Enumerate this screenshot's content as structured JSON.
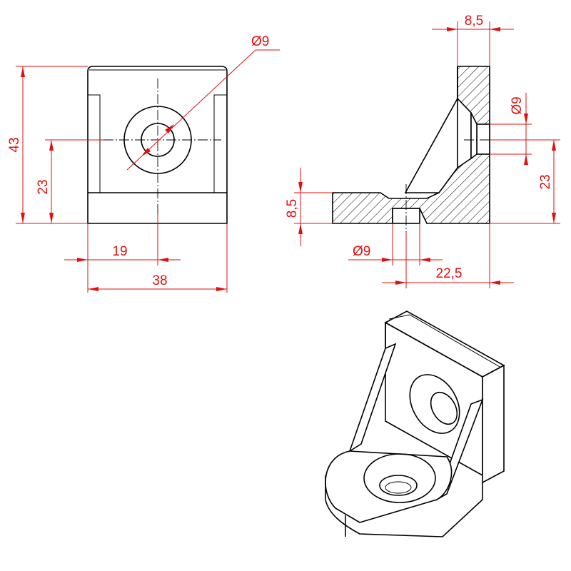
{
  "dimensions": {
    "front_hole_dia": "Ø9",
    "front_height": "43",
    "front_hole_height": "23",
    "front_hole_offset": "19",
    "front_width": "38",
    "side_wall_thickness": "8,5",
    "side_hole_dia": "Ø9",
    "side_hole_height": "23",
    "side_base_thickness": "8,5",
    "side_bottom_hole_dia": "Ø9",
    "side_hole_offset": "22,5"
  }
}
